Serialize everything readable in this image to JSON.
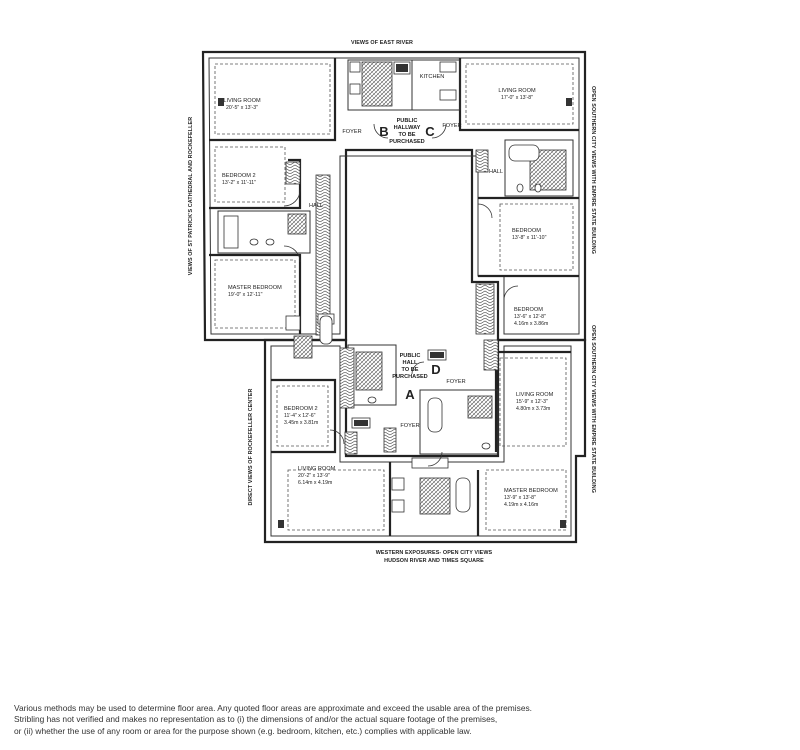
{
  "plan": {
    "views": {
      "north": "VIEWS OF EAST RIVER",
      "south_line1": "WESTERN EXPOSURES- OPEN CITY VIEWS",
      "south_line2": "HUDSON RIVER AND TIMES SQUARE",
      "west_upper": "VIEWS OF ST PATRICK'S CATHEDRAL AND ROCKEFELLER",
      "west_lower": "DIRECT VIEWS OF ROCKEFELLER CENTER",
      "east_upper": "OPEN SOUTHERN CITY VIEWS WITH EMPIRE STATE BUILDING",
      "east_lower": "OPEN SOUTHERN CITY VIEWS WITH EMPIRE STATE BUILDING"
    },
    "unit_letters": {
      "a": "A",
      "b": "B",
      "c": "C",
      "d": "D"
    },
    "public_hallway": {
      "l1": "PUBLIC",
      "l2": "HALLWAY",
      "l3": "TO BE",
      "l4": "PURCHASED"
    },
    "public_hall": {
      "l1": "PUBLIC",
      "l2": "HALL",
      "l3": "TO BE",
      "l4": "PURCHASED"
    },
    "labels": {
      "kitchen": "KITCHEN",
      "foyer": "FOYER",
      "hall": "HALL"
    },
    "rooms": {
      "b_living": {
        "name": "LIVING ROOM",
        "dim": "20'-5\" x 13'-3\""
      },
      "c_living": {
        "name": "LIVING ROOM",
        "dim": "17'-0\" x 13'-8\""
      },
      "b_bedroom2": {
        "name": "BEDROOM 2",
        "dim": "13'-2\" x 11'-11\""
      },
      "c_bedroom": {
        "name": "BEDROOM",
        "dim": "13'-8\" x 11'-10\""
      },
      "b_master": {
        "name": "MASTER BEDROOM",
        "dim": "19'-0\" x 12'-11\""
      },
      "d_bedroom": {
        "name": "BEDROOM",
        "dim": "13'-6\" x 12'-8\"",
        "dim_m": "4.16m x 3.86m"
      },
      "d_living": {
        "name": "LIVING ROOM",
        "dim": "15'-9\" x 12'-3\"",
        "dim_m": "4.80m x 3.73m"
      },
      "a_bedroom2": {
        "name": "BEDROOM 2",
        "dim": "11'-4\" x 12'-6\"",
        "dim_m": "3.45m x 3.81m"
      },
      "a_living": {
        "name": "LIVING ROOM",
        "dim": "20'-2\" x 13'-9\"",
        "dim_m": "6.14m x 4.19m"
      },
      "a_master": {
        "name": "MASTER BEDROOM",
        "dim": "13'-9\" x 13'-8\"",
        "dim_m": "4.19m x 4.16m"
      }
    }
  },
  "disclaimer": {
    "line1": "Various methods may be used to determine floor area.  Any quoted floor areas are approximate and exceed the usable area of the premises.",
    "line2": "Stribling has not verified and makes no representation as to (i) the dimensions of and/or the actual square footage of the premises,",
    "line3": "or (ii) whether the use of any room or area for the purpose shown (e.g. bedroom, kitchen, etc.) complies with applicable law."
  }
}
